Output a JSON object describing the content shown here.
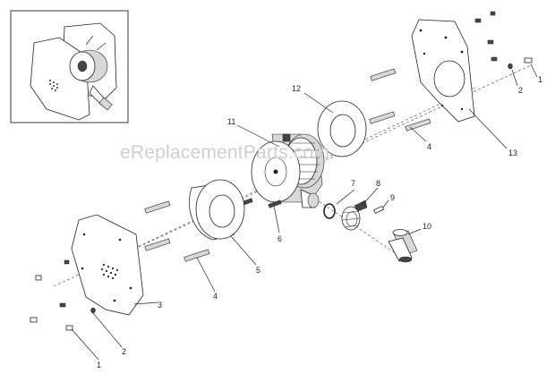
{
  "watermark": "eReplacementParts.com",
  "callouts": {
    "c1_top": "1",
    "c2_top": "2",
    "c13": "13",
    "c12": "12",
    "c11": "11",
    "c4_top": "4",
    "c7": "7",
    "c8": "8",
    "c9": "9",
    "c10": "10",
    "c6": "6",
    "c5": "5",
    "c4_bottom": "4",
    "c3": "3",
    "c2_bottom": "2",
    "c1_bottom": "1"
  }
}
